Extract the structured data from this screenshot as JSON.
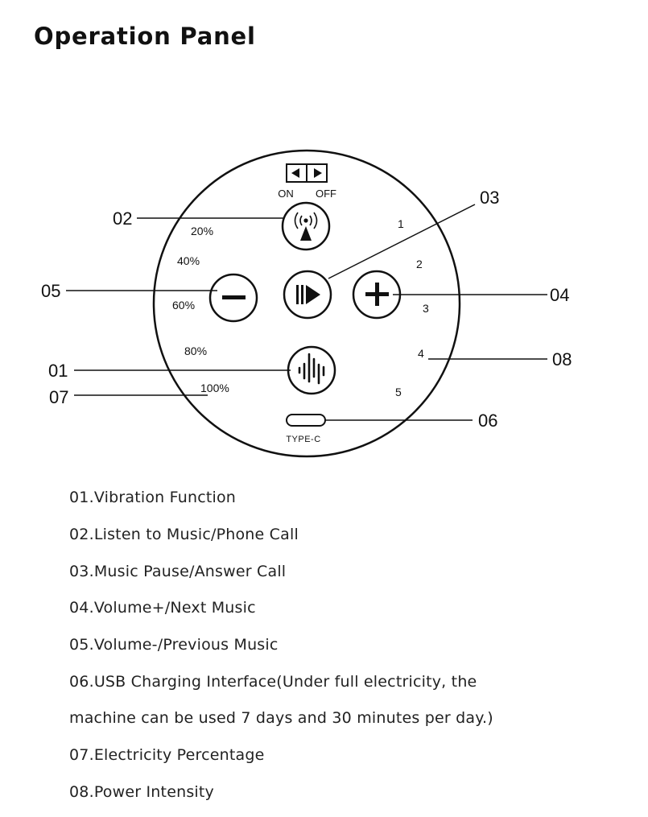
{
  "title": "Operation Panel",
  "switch": {
    "on_label": "ON",
    "off_label": "OFF"
  },
  "callouts": {
    "c01": "01",
    "c02": "02",
    "c03": "03",
    "c04": "04",
    "c05": "05",
    "c06": "06",
    "c07": "07",
    "c08": "08"
  },
  "battery_levels": [
    "20%",
    "40%",
    "60%",
    "80%",
    "100%"
  ],
  "intensity_levels": [
    "1",
    "2",
    "3",
    "4",
    "5"
  ],
  "port_label": "TYPE-C",
  "legend": [
    "01.Vibration Function",
    "02.Listen to Music/Phone Call",
    "03.Music Pause/Answer Call",
    "04.Volume+/Next Music",
    "05.Volume-/Previous Music",
    "06.USB Charging Interface(Under full electricity, the",
    "machine can be used 7 days and 30 minutes per day.)",
    "07.Electricity Percentage",
    "08.Power Intensity"
  ]
}
